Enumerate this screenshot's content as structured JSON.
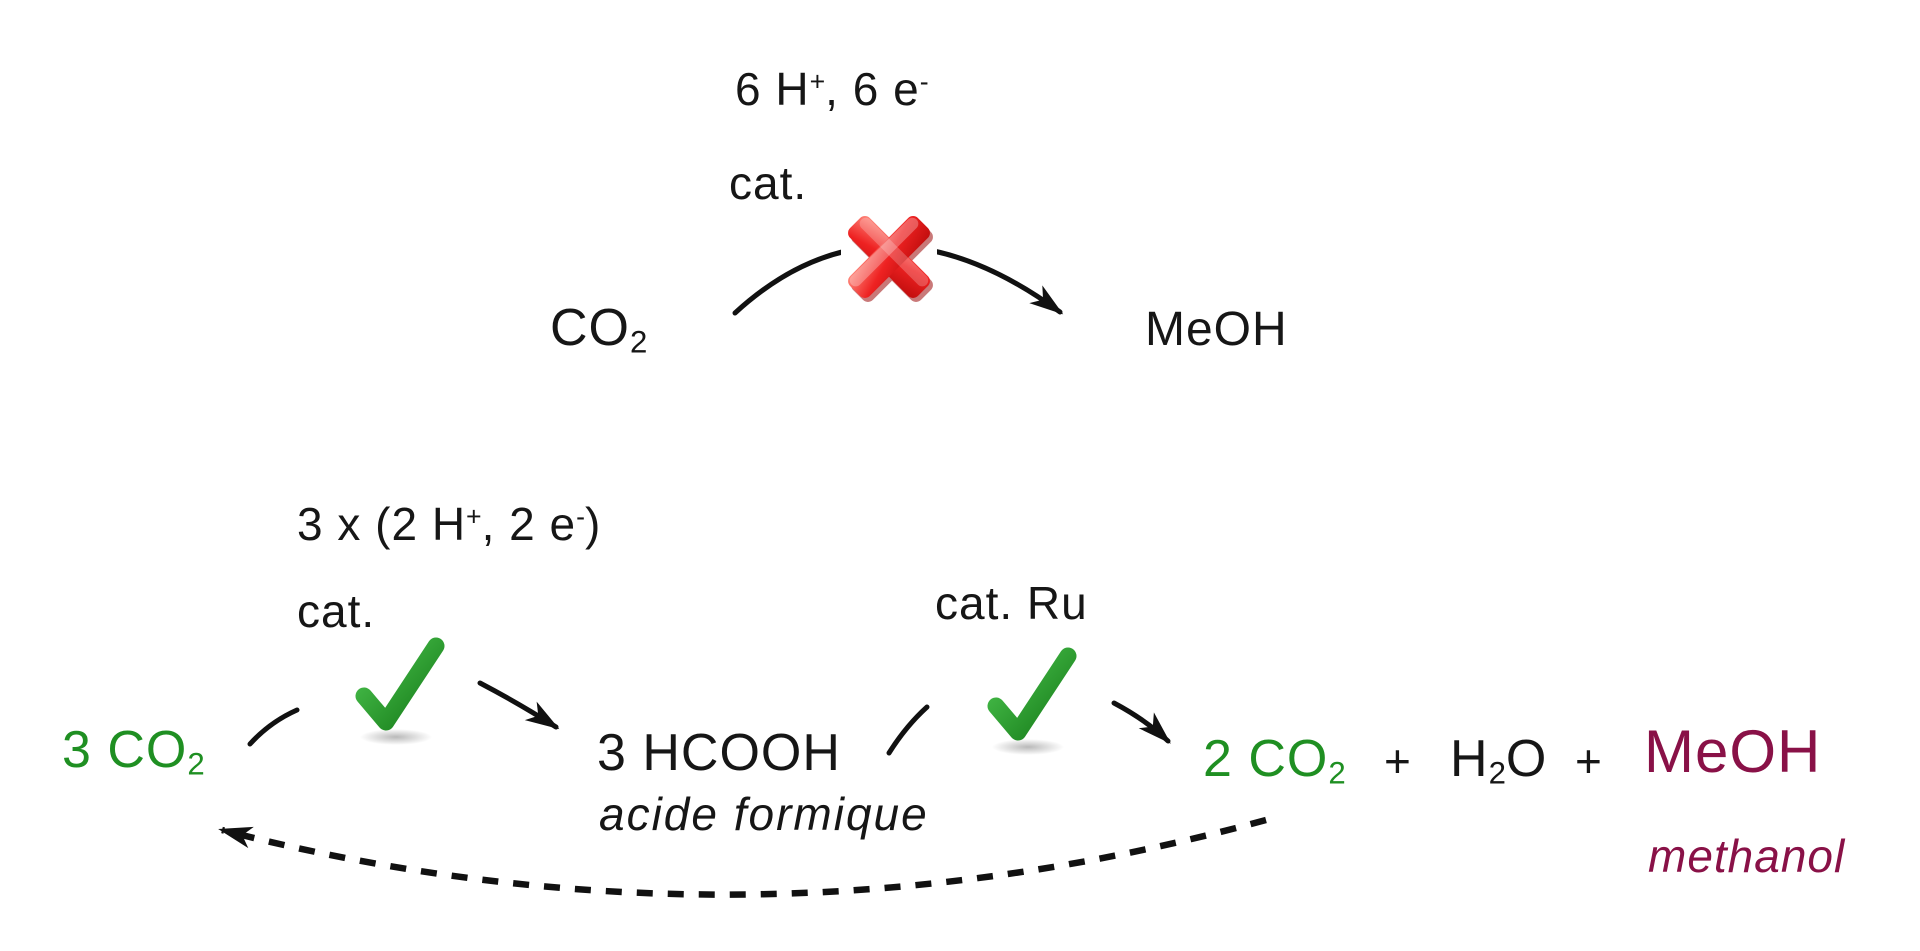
{
  "diagram_title": "CO2 to methanol reaction scheme",
  "colors": {
    "text_black": "#161616",
    "green_species": "#1f8f22",
    "maroon_species": "#891147",
    "red_cross": "#d91616",
    "arrow_black": "#111111"
  },
  "icons": {
    "fail": "red-cross-icon",
    "success": "green-check-icon"
  },
  "top_reaction": {
    "conditions_line1": {
      "p1": "6 H",
      "sup1": "+",
      "p2": ", 6 e",
      "sup2": "-"
    },
    "conditions_line2": "cat.",
    "reactant": {
      "base": "CO",
      "sub": "2"
    },
    "product": "MeOH",
    "status_icon": "red-cross-icon"
  },
  "bottom_reaction": {
    "step1": {
      "conditions_line1": {
        "p1": "3 x (2 H",
        "sup1": "+",
        "p2": ", 2 e",
        "sup2": "-",
        "p3": ")"
      },
      "conditions_line2": "cat.",
      "reactant": {
        "base": "3 CO",
        "sub": "2"
      },
      "product_formula": "3 HCOOH",
      "product_name": "acide formique",
      "status_icon": "green-check-icon"
    },
    "step2": {
      "conditions": "cat. Ru",
      "status_icon": "green-check-icon",
      "products": {
        "co2": {
          "base": "2 CO",
          "sub": "2"
        },
        "plus1": "+",
        "water": {
          "p1": "H",
          "sub": "2",
          "p2": "O"
        },
        "plus2": "+",
        "methanol_formula": "MeOH",
        "methanol_name": "methanol"
      }
    },
    "recycle_arrow": "dashed-return-arrow"
  }
}
